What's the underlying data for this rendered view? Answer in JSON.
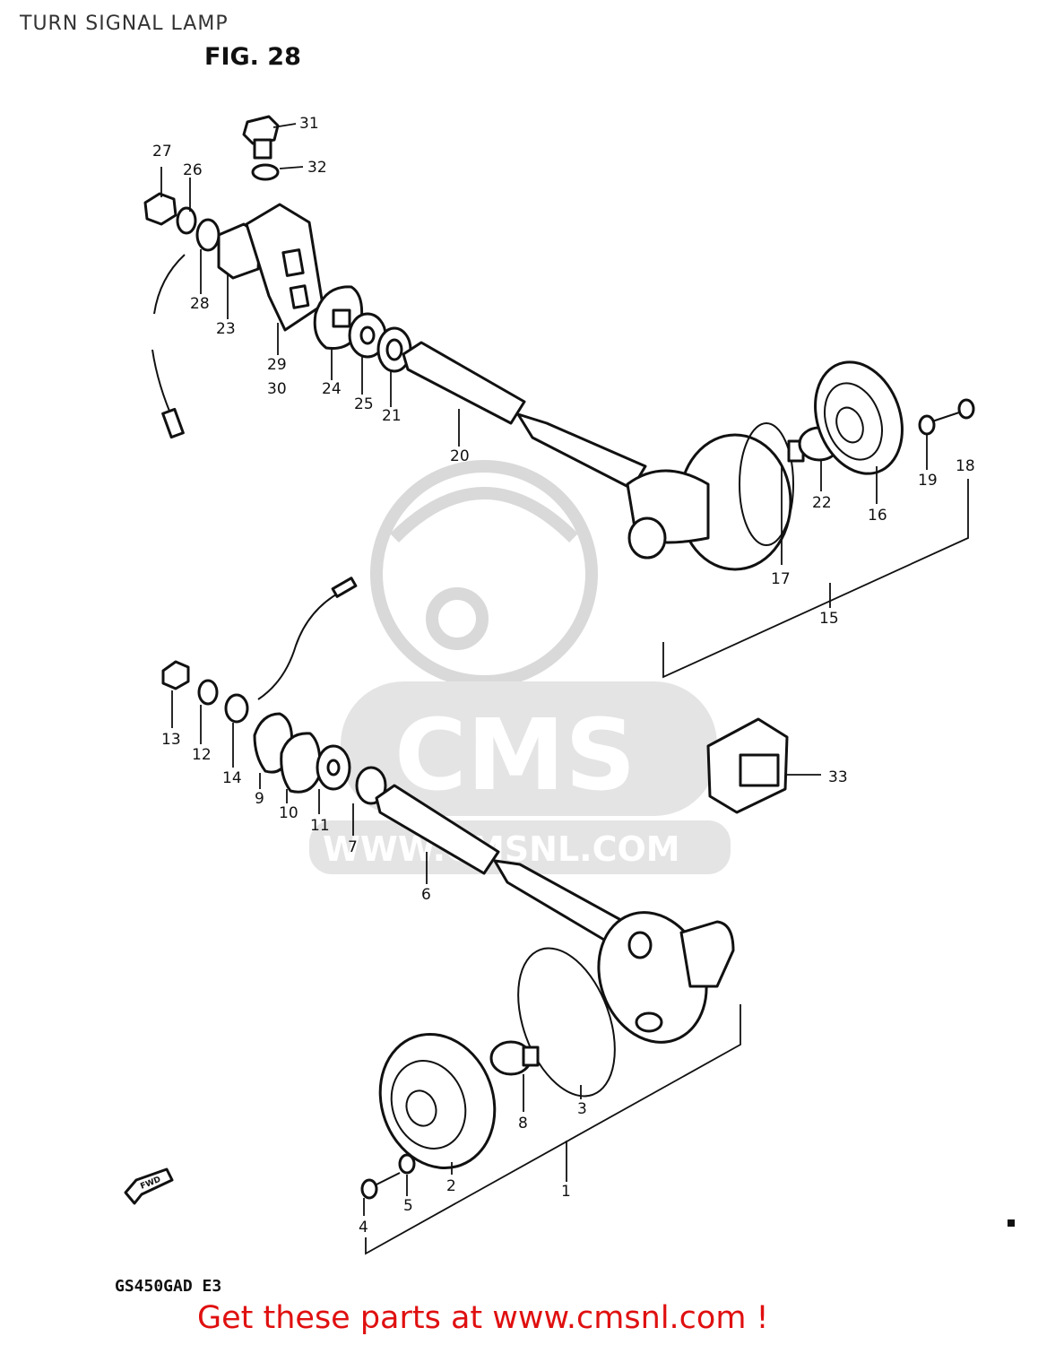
{
  "header": {
    "title": "TURN SIGNAL LAMP",
    "figure": "FIG. 28"
  },
  "footer": {
    "model_code": "GS450GAD E3",
    "call_to_action": "Get these parts at www.cmsnl.com !"
  },
  "watermark": {
    "brand": "CMS",
    "url": "WWW.CMSNL.COM"
  },
  "direction_marker": "FWD",
  "colors": {
    "ink": "#111111",
    "watermark": "#e4e4e4",
    "cta": "#e01010"
  },
  "callouts": [
    "1",
    "2",
    "3",
    "4",
    "5",
    "6",
    "7",
    "8",
    "9",
    "10",
    "11",
    "12",
    "13",
    "14",
    "15",
    "16",
    "17",
    "18",
    "19",
    "20",
    "21",
    "22",
    "23",
    "24",
    "25",
    "26",
    "27",
    "28",
    "29",
    "30",
    "31",
    "32",
    "33"
  ]
}
